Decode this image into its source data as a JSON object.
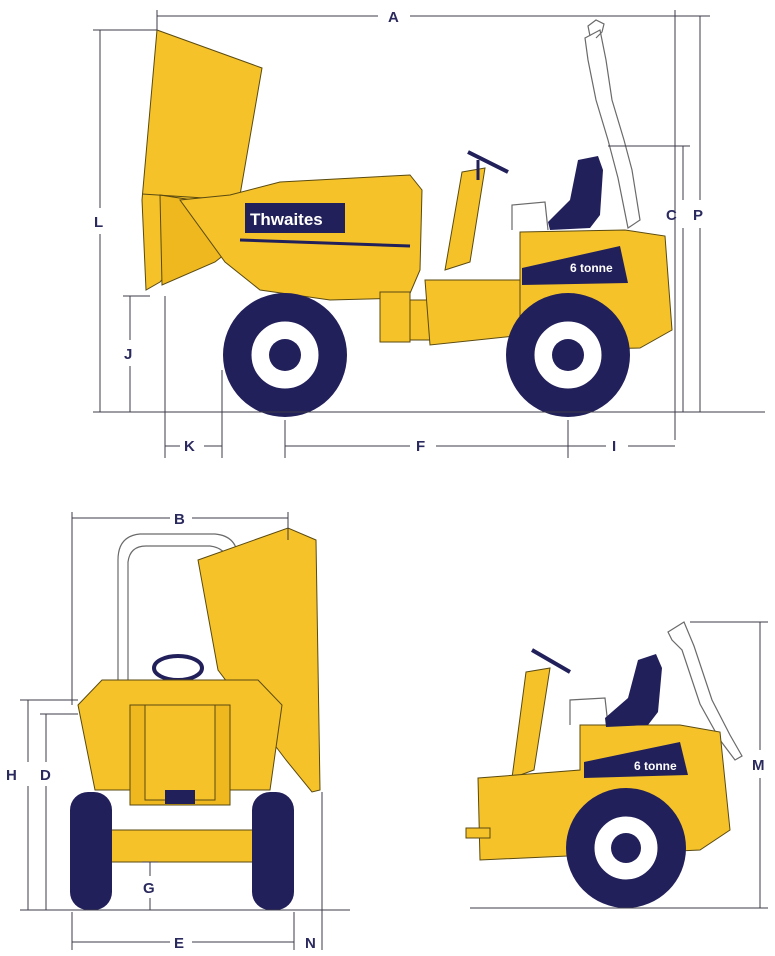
{
  "labels": {
    "A": "A",
    "B": "B",
    "C": "C",
    "P": "P",
    "L": "L",
    "J": "J",
    "K": "K",
    "F": "F",
    "I": "I",
    "H": "H",
    "D": "D",
    "G": "G",
    "E": "E",
    "N": "N",
    "M": "M"
  },
  "brand": "Thwaites",
  "tonnage": "6 tonne",
  "colors": {
    "body": "#f5c22a",
    "tyre": "#22205a",
    "label": "#2b2a5e"
  }
}
